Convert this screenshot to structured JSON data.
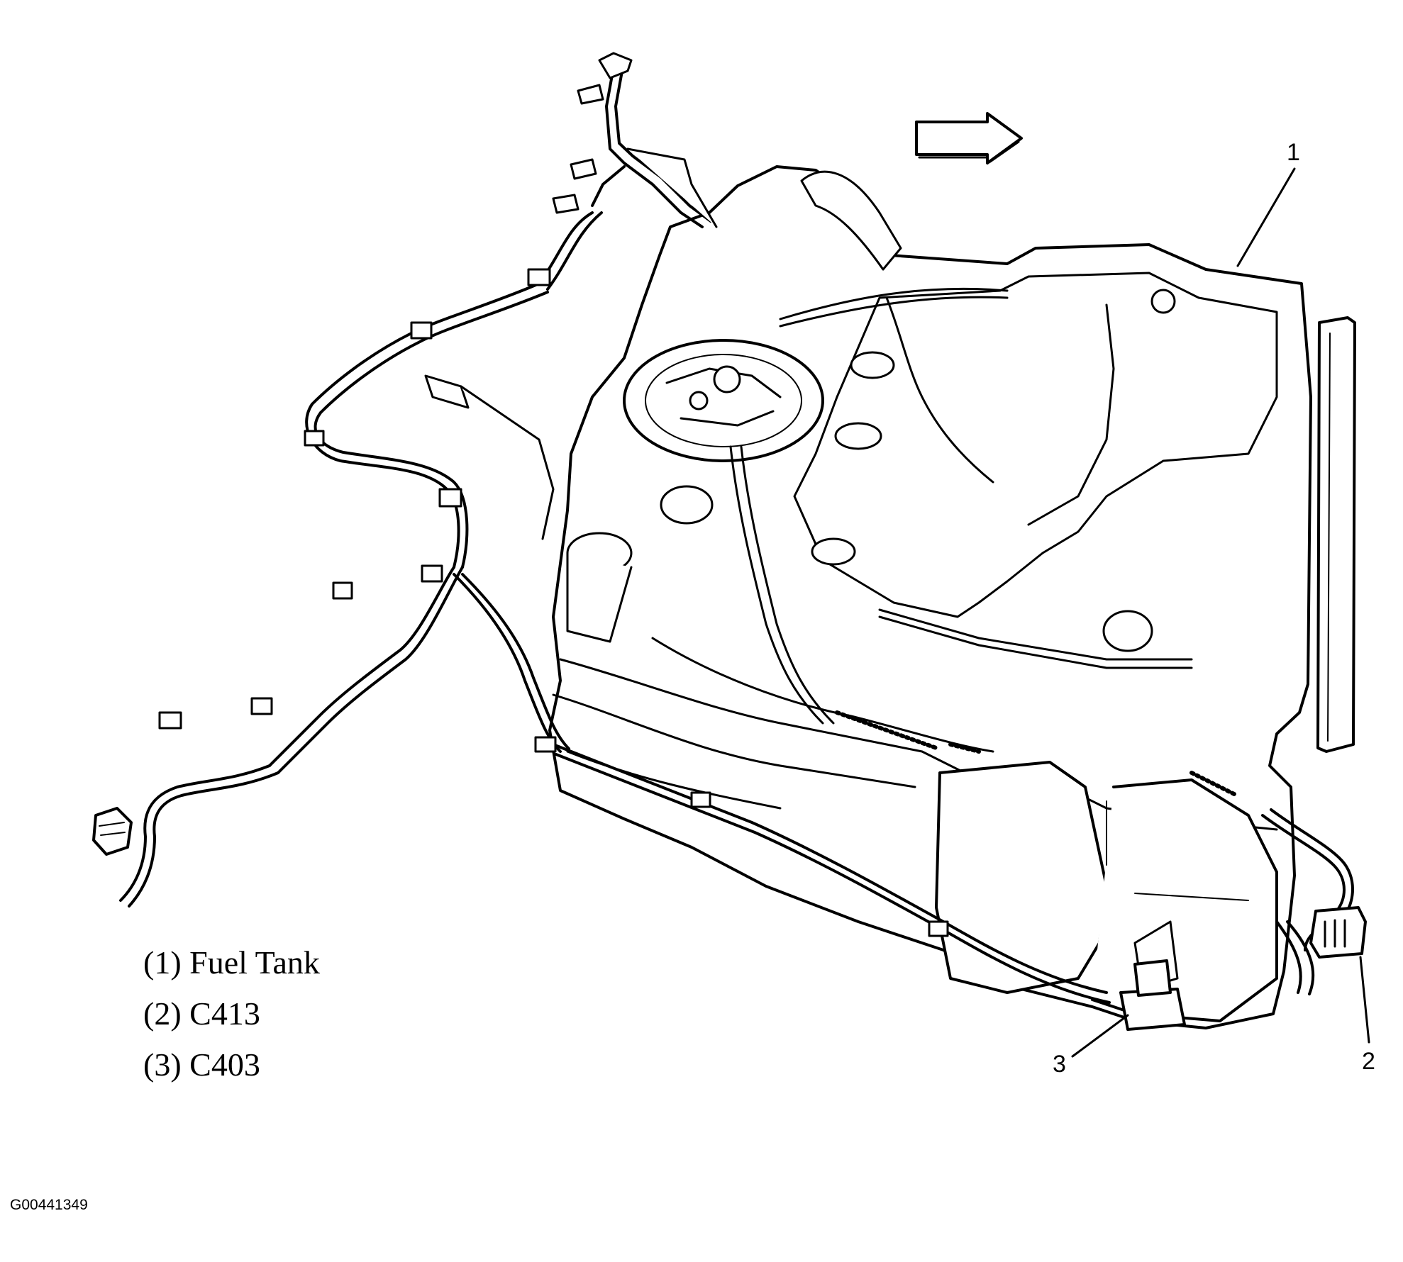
{
  "legend": {
    "items": [
      {
        "label": "(1) Fuel Tank"
      },
      {
        "label": "(2) C413"
      },
      {
        "label": "(3) C403"
      }
    ]
  },
  "callouts": [
    {
      "number": "1"
    },
    {
      "number": "2"
    },
    {
      "number": "3"
    }
  ],
  "figure_id": "G00441349",
  "colors": {
    "line": "#000000",
    "background": "#ffffff"
  }
}
